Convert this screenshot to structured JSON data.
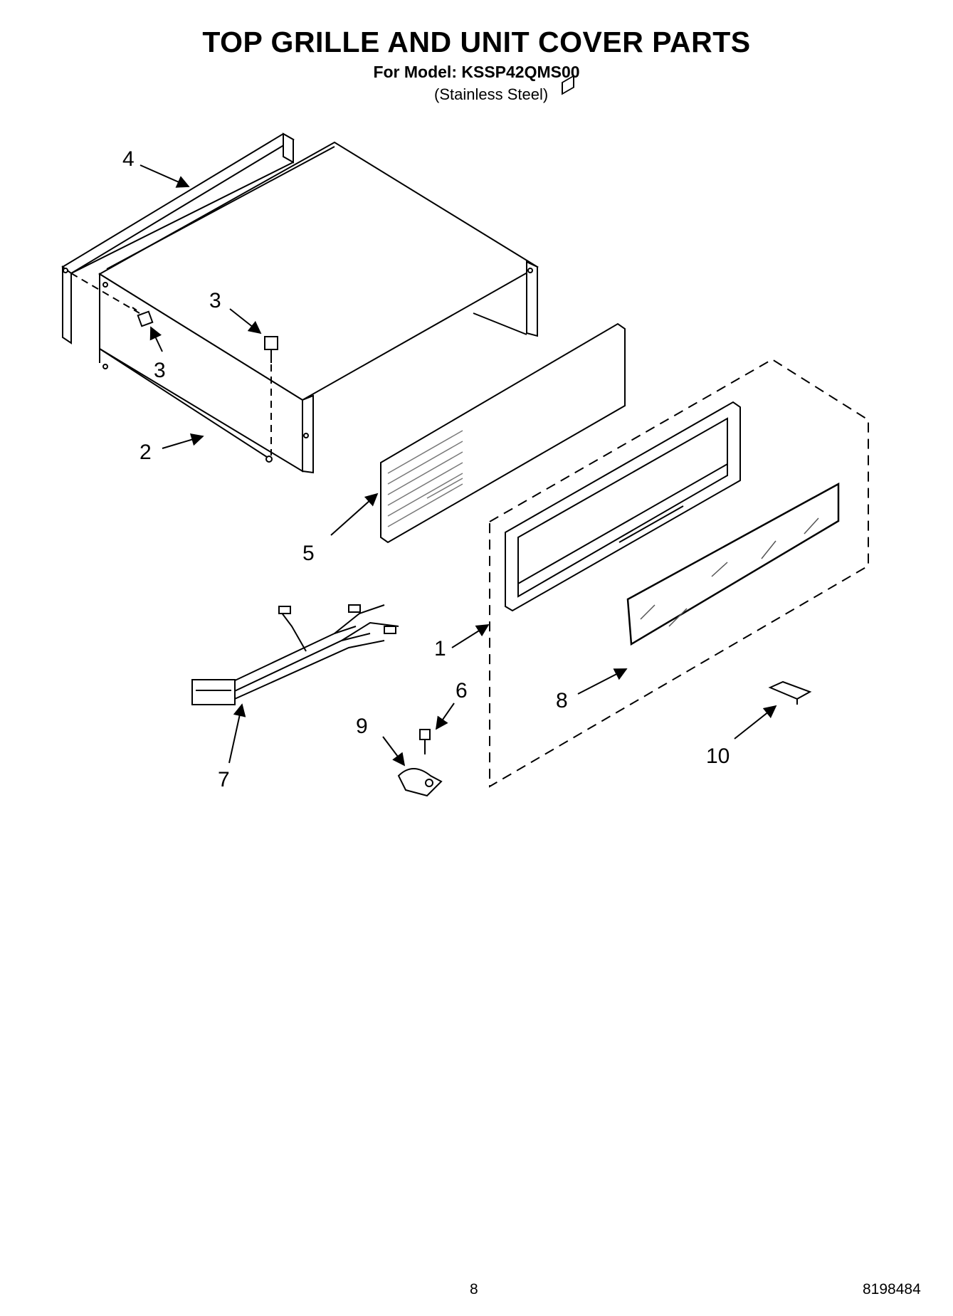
{
  "header": {
    "title": "TOP GRILLE AND UNIT COVER PARTS",
    "model": "For Model: KSSP42QMS00",
    "variant": "(Stainless Steel)"
  },
  "callouts": {
    "c1": "1",
    "c2": "2",
    "c3a": "3",
    "c3b": "3",
    "c4": "4",
    "c5": "5",
    "c6": "6",
    "c7": "7",
    "c8": "8",
    "c9": "9",
    "c10": "10"
  },
  "footer": {
    "page": "8",
    "doc_number": "8198484"
  }
}
